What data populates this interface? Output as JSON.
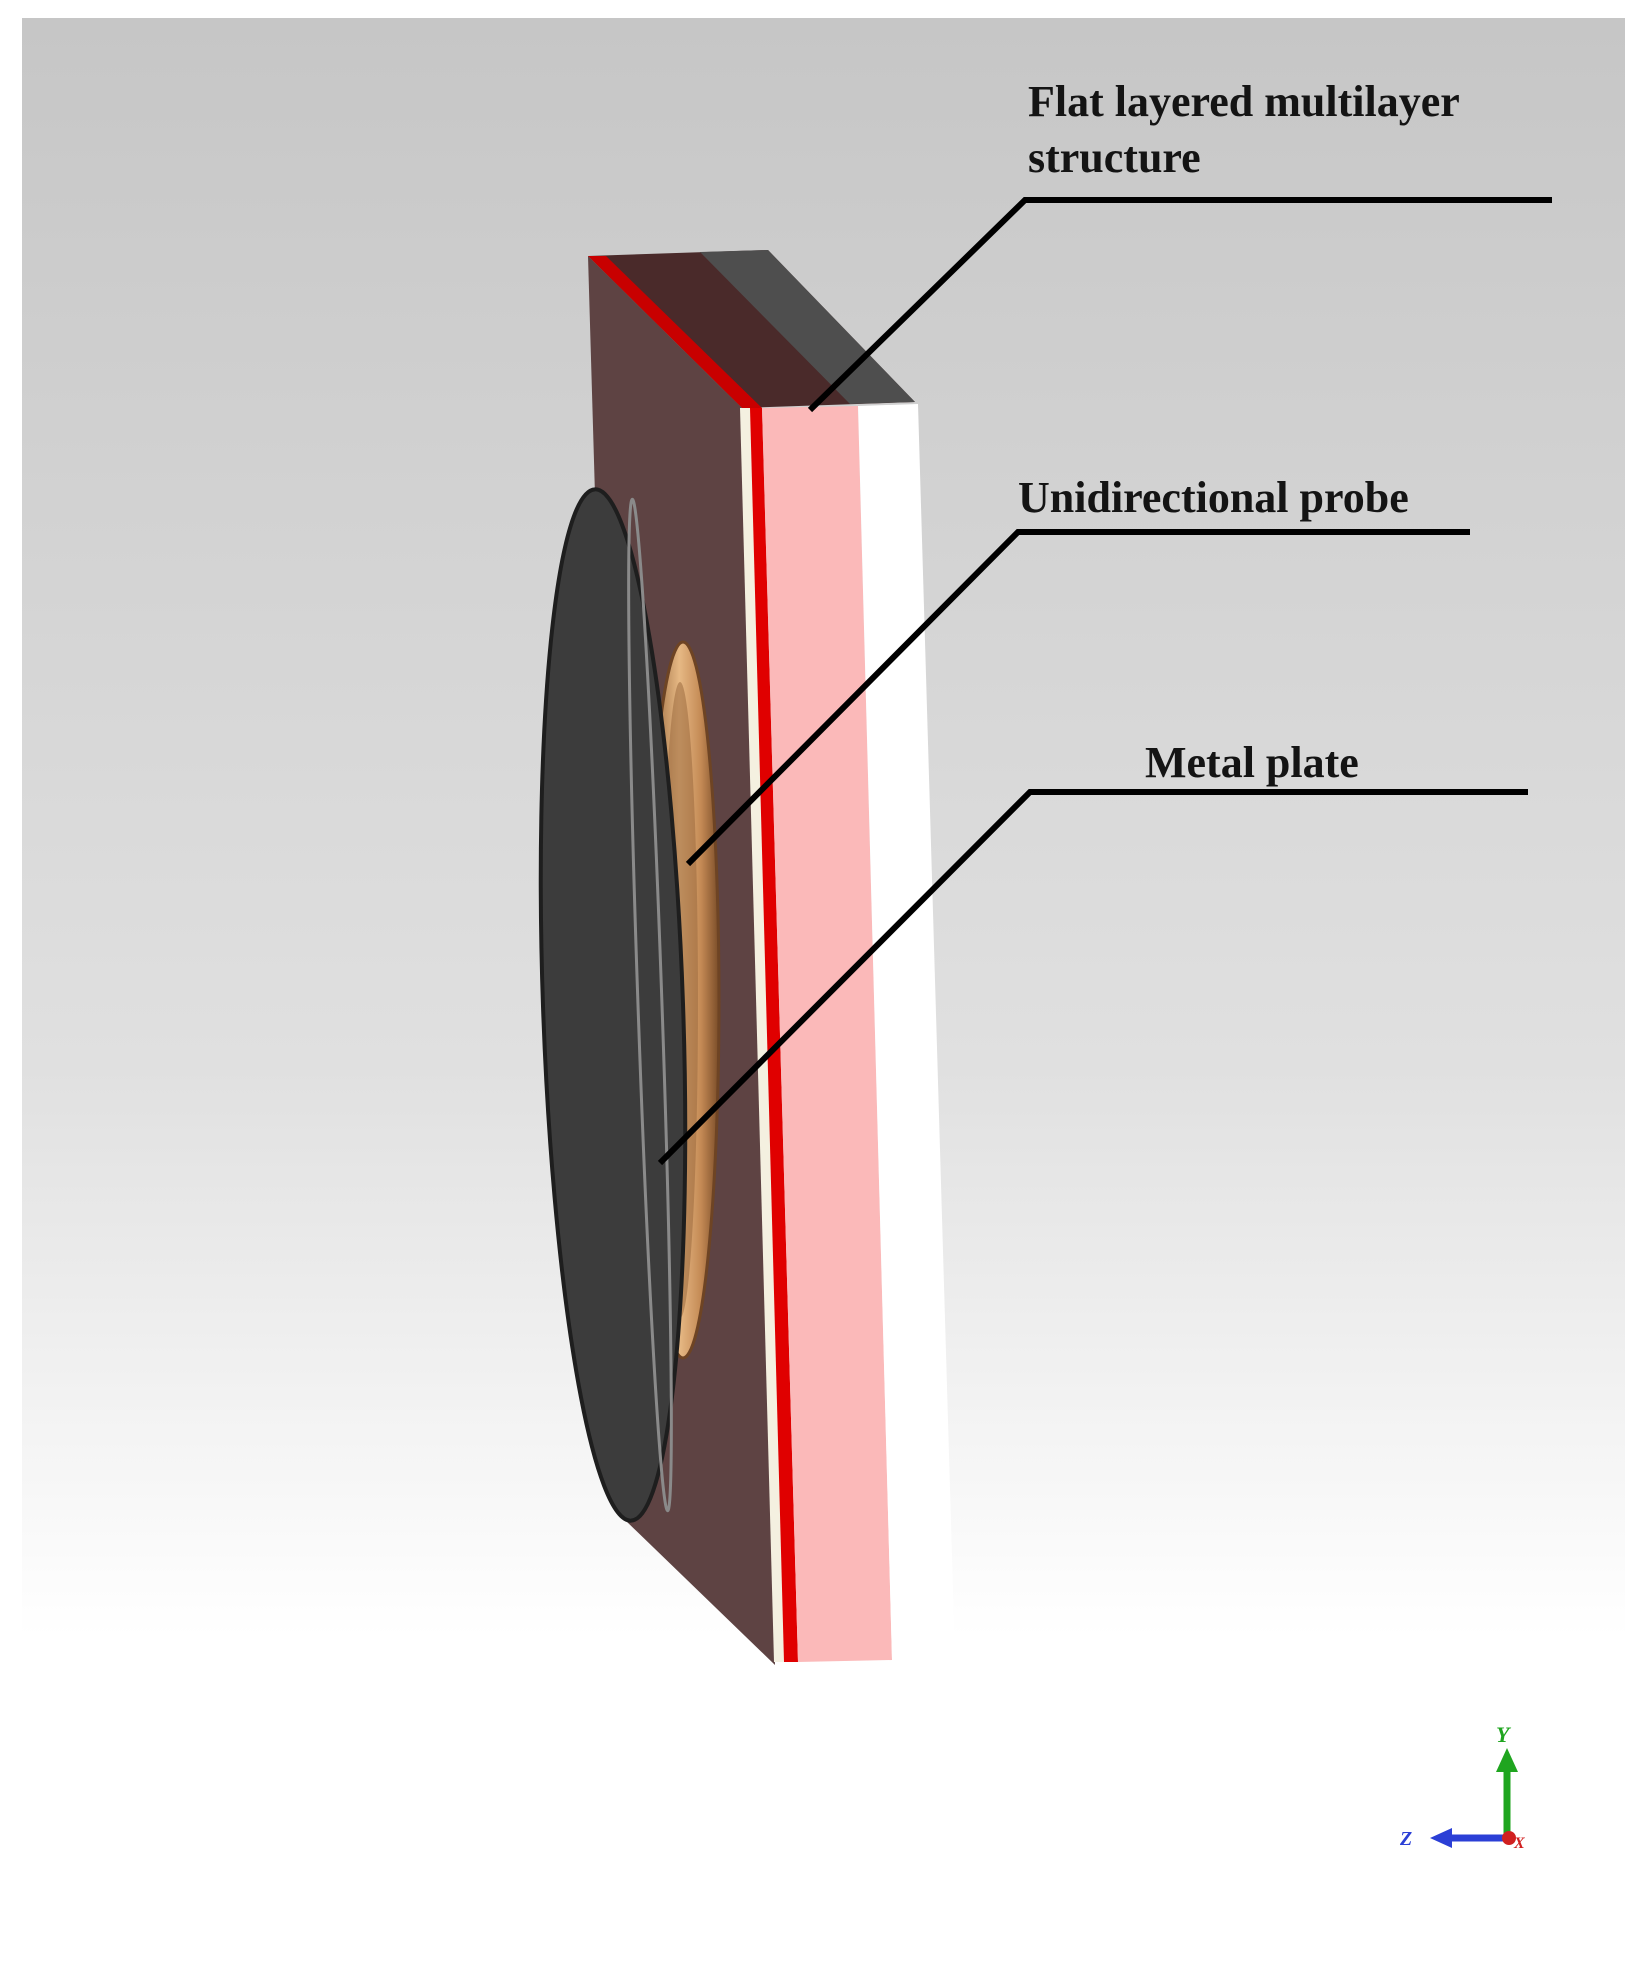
{
  "labels": {
    "structure_line1": "Flat layered multilayer",
    "structure_line2": "structure",
    "probe": "Unidirectional probe",
    "plate": "Metal plate"
  },
  "axes": {
    "y_label": "Y",
    "z_label": "Z",
    "x_label": "X",
    "y_color": "#1fa51f",
    "z_color": "#2b3fd6",
    "x_color": "#d02020"
  },
  "colors": {
    "background_top": "#c6c6c6",
    "background_bottom": "#ffffff",
    "slab_side": "#5e4343",
    "slab_top": "#4a2a2a",
    "red_layer": "#e00000",
    "pink_layer": "#fbb9b9",
    "white_layer": "#ffffff",
    "metal_plate": "#3c3c3c",
    "probe_coil": "#d2a06a",
    "leader_line": "#000000"
  }
}
